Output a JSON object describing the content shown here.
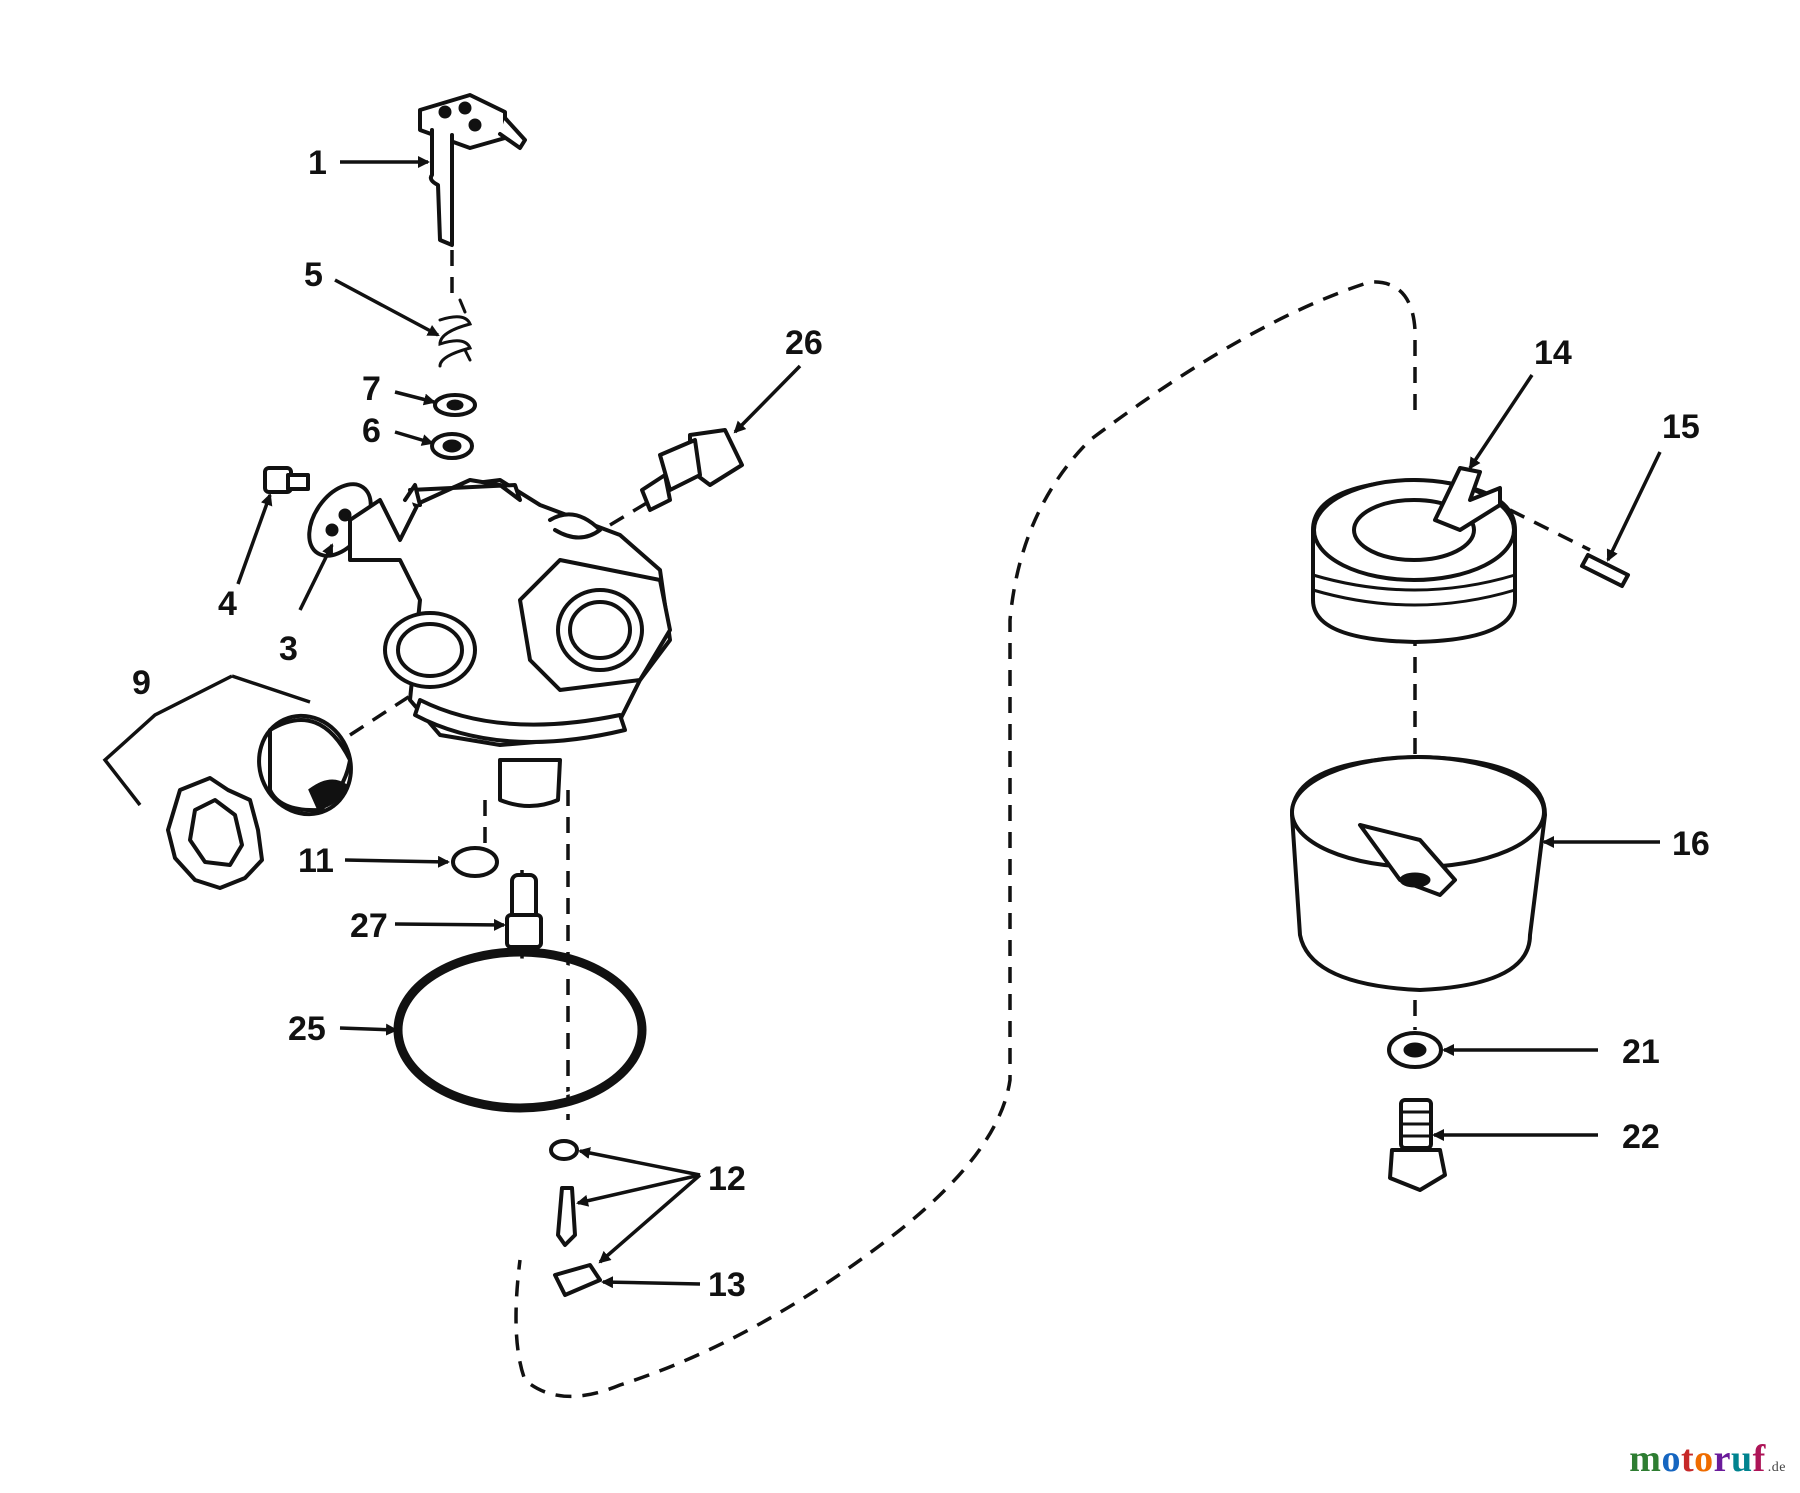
{
  "callouts": {
    "c1": "1",
    "c3": "3",
    "c4": "4",
    "c5": "5",
    "c6": "6",
    "c7": "7",
    "c9": "9",
    "c11": "11",
    "c12": "12",
    "c13": "13",
    "c14": "14",
    "c15": "15",
    "c16": "16",
    "c21": "21",
    "c22": "22",
    "c25": "25",
    "c26": "26",
    "c27": "27"
  },
  "watermark": {
    "letters": [
      "m",
      "o",
      "t",
      "o",
      "r",
      "u",
      "f"
    ],
    "colors": [
      "#2e7d32",
      "#1565c0",
      "#c62828",
      "#ef6c00",
      "#6a1b9a",
      "#00838f",
      "#ad1457"
    ],
    "tld": ".de"
  }
}
